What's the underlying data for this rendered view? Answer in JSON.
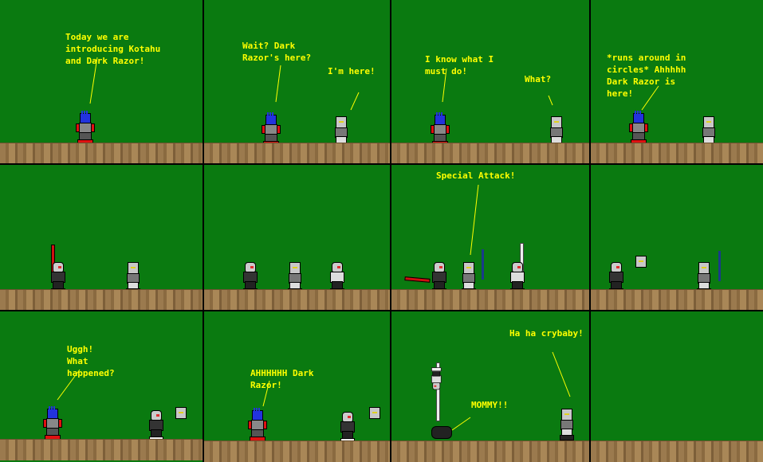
{
  "panels": [
    {
      "id": 1,
      "lines": [
        "Today we are",
        "introducing Kotahu",
        "and Dark Razor!"
      ]
    },
    {
      "id": 2,
      "lines_a": [
        "Wait? Dark",
        "Razor's here?"
      ],
      "lines_b": [
        "I'm here!"
      ]
    },
    {
      "id": 3,
      "lines_a": [
        "I know what I",
        "must do!"
      ],
      "lines_b": [
        "What?"
      ]
    },
    {
      "id": 4,
      "lines": [
        "*runs around in",
        "circles* Ahhhhh",
        "Dark Razor is",
        "here!"
      ]
    },
    {
      "id": 5
    },
    {
      "id": 6
    },
    {
      "id": 7,
      "lines": [
        "Special Attack!"
      ]
    },
    {
      "id": 8
    },
    {
      "id": 9,
      "lines": [
        "Uggh!",
        "What",
        "happened?"
      ]
    },
    {
      "id": 10,
      "lines": [
        "AHHHHHH Dark",
        "Razor!"
      ]
    },
    {
      "id": 11,
      "lines_a": [
        "Ha ha crybaby!"
      ],
      "lines_b": [
        "MOMMY!!"
      ]
    },
    {
      "id": 12
    }
  ],
  "colors": {
    "background": "#0a7a10",
    "speech": "#ffff00",
    "gutter": "#000000",
    "floor": "#9b7a4e"
  }
}
